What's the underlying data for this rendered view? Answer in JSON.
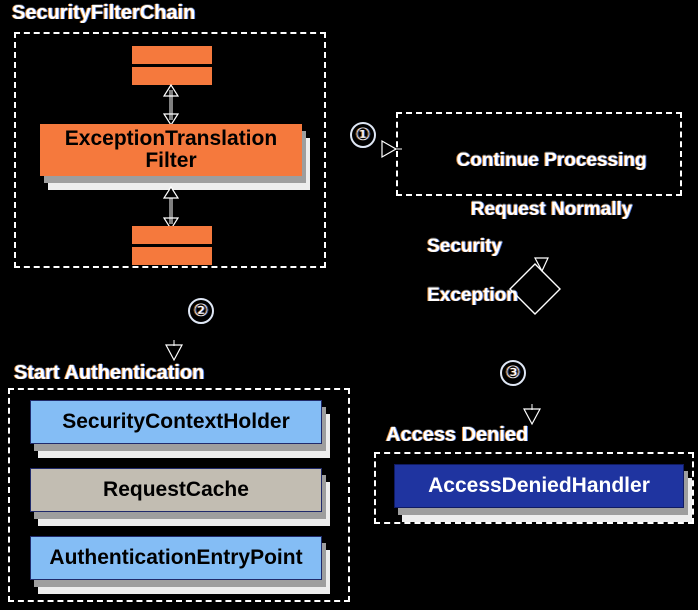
{
  "diagram": {
    "title": "Spring Security ExceptionTranslationFilter flow",
    "background_color": "#000000",
    "palette": {
      "orange": "#f5793d",
      "light_blue": "#84bdf5",
      "gray": "#c2bdb2",
      "navy": "#1f34a0",
      "outline_white": "#ffffff"
    }
  },
  "containers": {
    "security_filter_chain": {
      "label": "SecurityFilterChain"
    },
    "start_authentication": {
      "label": "Start Authentication"
    },
    "access_denied": {
      "label": "Access Denied"
    },
    "continue_processing": {
      "label_line1": "Continue Processing",
      "label_line2": "Request Normally"
    }
  },
  "nodes": {
    "exception_translation_filter": {
      "label_line1": "ExceptionTranslation",
      "label_line2": "Filter",
      "color": "#f5793d"
    },
    "filter_bars": [
      {
        "name": "filter-bar-top-1",
        "color": "#f5793d"
      },
      {
        "name": "filter-bar-top-2",
        "color": "#f5793d"
      },
      {
        "name": "filter-bar-bottom-1",
        "color": "#f5793d"
      },
      {
        "name": "filter-bar-bottom-2",
        "color": "#f5793d"
      }
    ],
    "security_context_holder": {
      "label": "SecurityContextHolder",
      "color": "#84bdf5"
    },
    "request_cache": {
      "label": "RequestCache",
      "color": "#c2bdb2"
    },
    "authentication_entry_point": {
      "label": "AuthenticationEntryPoint",
      "color": "#84bdf5"
    },
    "access_denied_handler": {
      "label": "AccessDeniedHandler",
      "color": "#1f34a0"
    }
  },
  "annotations": {
    "step_1": "①",
    "step_2": "②",
    "step_3": "③",
    "security_exception_line1": "Security",
    "security_exception_line2": "Exception"
  }
}
